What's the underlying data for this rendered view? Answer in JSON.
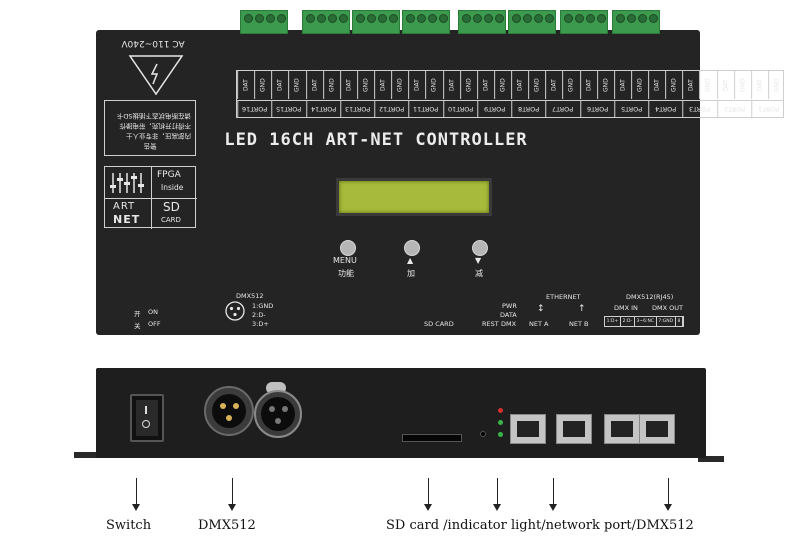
{
  "top": {
    "title": "LED 16CH ART-NET CONTROLLER",
    "power_label": "AC 110~240V",
    "warning_lines": [
      "警告",
      "内部高压，非专业人士",
      "不得打开机壳，带电操作",
      "请在断电状态下插拔SD卡"
    ],
    "fpga_line1": "FPGA",
    "fpga_line2": "Inside",
    "artnet_line1": "ART",
    "artnet_line2": "NET",
    "sd_line1": "SD",
    "sd_line2": "CARD",
    "menu_label": "MENU",
    "menu_cn": "功能",
    "up_arrow": "▲",
    "up_cn": "加",
    "down_arrow": "▼",
    "down_cn": "减",
    "dmx_title": "DMX512",
    "dmx_pin1": "1:GND",
    "dmx_pin2": "2:D-",
    "dmx_pin3": "3:D+",
    "switch_on_cn": "开",
    "switch_on": "ON",
    "switch_off_cn": "关",
    "switch_off": "OFF",
    "sd_card_label": "SD CARD",
    "rest_label": "REST",
    "pwr_label": "PWR",
    "data_label": "DATA",
    "dmx_led_label": "DMX",
    "ethernet_label": "ETHERNET",
    "net_a": "NET A",
    "net_b": "NET B",
    "dmx_rj45_title": "DMX512(RJ45)",
    "dmx_in": "DMX IN",
    "dmx_out": "DMX OUT",
    "rj45_pins": [
      "1:D+",
      "2:D-",
      "3~6:NC",
      "7:GND",
      "8"
    ],
    "pin_labels": [
      "DAT",
      "GND",
      "DAT",
      "GND"
    ],
    "ports": [
      "PORT16",
      "PORT15",
      "PORT14",
      "PORT13",
      "PORT12",
      "PORT11",
      "PORT10",
      "PORT9",
      "PORT8",
      "PORT7",
      "PORT6",
      "PORT5",
      "PORT4",
      "PORT3",
      "PORT2",
      "PORT1"
    ]
  },
  "captions": {
    "switch": "Switch",
    "dmx512": "DMX512",
    "right": "SD card /indicator light/network port/DMX512"
  },
  "colors": {
    "panel": "#242424",
    "terminal_green": "#3c9a4e",
    "lcd": "#a8ba3c",
    "led_red": "#d43030",
    "led_green": "#39b54a"
  }
}
